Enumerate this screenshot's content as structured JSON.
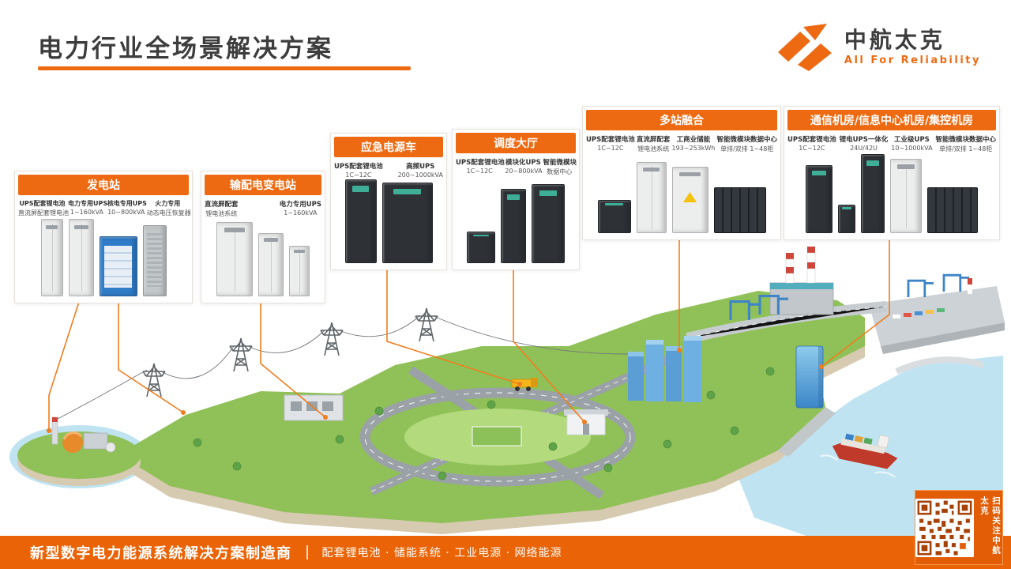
{
  "accent": "#ed6a12",
  "header": {
    "title": "电力行业全场景解决方案",
    "brand": "中航太克",
    "tagline": "All For Reliability"
  },
  "callouts": [
    {
      "title": "发电站",
      "specs": [
        {
          "name": "UPS配套锂电池",
          "value": "直流屏配套锂电池"
        },
        {
          "name": "电力专用UPS",
          "value": "1~160kVA"
        },
        {
          "name": "核电专用UPS",
          "value": "10~800kVA"
        },
        {
          "name": "火力专用",
          "value": "动态电压恢复器"
        }
      ]
    },
    {
      "title": "输配电变电站",
      "specs": [
        {
          "name": "直流屏配套",
          "value": "锂电池系统"
        },
        {
          "name": "电力专用UPS",
          "value": "1~160kVA"
        }
      ]
    },
    {
      "title": "应急电源车",
      "specs": [
        {
          "name": "UPS配套锂电池",
          "value": "1C~12C"
        },
        {
          "name": "高频UPS",
          "value": "200~1000kVA"
        }
      ]
    },
    {
      "title": "调度大厅",
      "specs": [
        {
          "name": "UPS配套锂电池",
          "value": "1C~12C"
        },
        {
          "name": "模块化UPS",
          "value": "20~800kVA"
        },
        {
          "name": "智能微模块",
          "value": "数据中心"
        }
      ]
    },
    {
      "title": "多站融合",
      "specs": [
        {
          "name": "UPS配套锂电池",
          "value": "1C~12C"
        },
        {
          "name": "直流屏配套",
          "value": "锂电池系统"
        },
        {
          "name": "工商业储能",
          "value": "193~253kWh"
        },
        {
          "name": "智能微模块数据中心",
          "value": "单排/双排 1~48柜"
        }
      ]
    },
    {
      "title": "通信机房/信息中心机房/集控机房",
      "specs": [
        {
          "name": "UPS配套锂电池",
          "value": "1C~12C"
        },
        {
          "name": "锂电UPS一体化",
          "value": "24U/42U"
        },
        {
          "name": "工业级UPS",
          "value": "10~1000kVA"
        },
        {
          "name": "智能微模块数据中心",
          "value": "单排/双排 1~48柜"
        }
      ]
    }
  ],
  "footer": {
    "slogan": "新型数字电力能源系统解决方案制造商",
    "products": "配套锂电池 · 储能系统 · 工业电源 · 网络能源",
    "qr_caption": "扫码关注中航太克"
  }
}
